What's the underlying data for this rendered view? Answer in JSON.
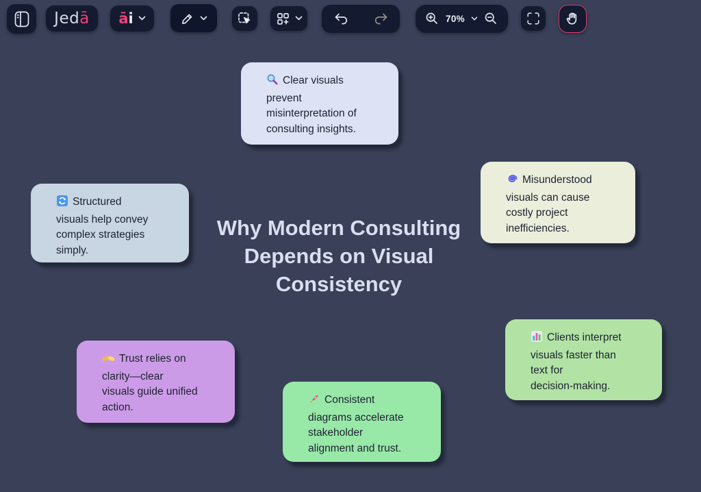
{
  "app": {
    "logo_main": "Jed",
    "logo_accent": "ā",
    "ai_accent": "ā",
    "ai_main": "i"
  },
  "toolbar": {
    "zoom_level": "70%",
    "active_tool": "hand",
    "active_tool_ring_color": "#e23a6e",
    "button_bg_color": "#141a2f",
    "icons": [
      "sidebar-toggle",
      "jeda-logo",
      "ai-menu",
      "pen-tool",
      "select-tool",
      "shapes-menu",
      "undo",
      "redo",
      "zoom-in",
      "zoom-out",
      "fullscreen",
      "hand-tool"
    ]
  },
  "canvas": {
    "background_color": "#394057",
    "title": "Why Modern Consulting\nDepends on Visual\nConsistency",
    "title_color": "#d9def0"
  },
  "notes": [
    {
      "icon": "magnifying-glass",
      "head": "Clear visuals",
      "rest": "prevent\nmisinterpretation of\nconsulting insights.",
      "color": "#dde3f4"
    },
    {
      "icon": "arrows-counterclockwise",
      "head": "Structured",
      "rest": "visuals help convey\ncomplex strategies\nsimply.",
      "color": "#c8d5e3"
    },
    {
      "icon": "cyclone",
      "head": "Misunderstood",
      "rest": "visuals can cause\ncostly project\ninefficiencies.",
      "color": "#ebeedb"
    },
    {
      "icon": "handshake",
      "head": "Trust relies on",
      "rest": "clarity—clear\nvisuals guide unified\naction.",
      "color": "#cc9be7"
    },
    {
      "icon": "rocket",
      "head": "Consistent",
      "rest": "diagrams accelerate\nstakeholder\nalignment and trust.",
      "color": "#98e8a8"
    },
    {
      "icon": "bar-chart",
      "head": "Clients interpret",
      "rest": "visuals faster than\ntext for\ndecision-making.",
      "color": "#b2e3a5"
    }
  ]
}
